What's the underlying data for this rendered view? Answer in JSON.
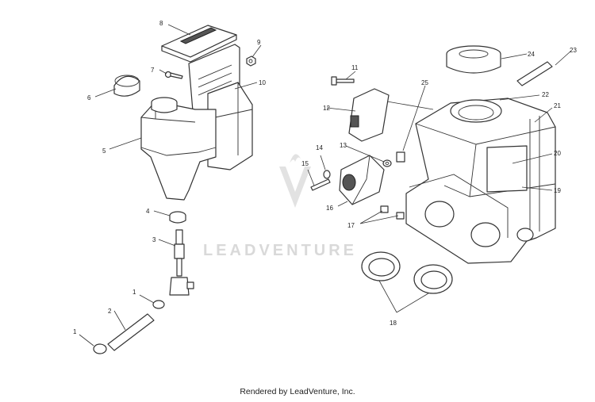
{
  "watermark": {
    "text": "LEADVENTURE"
  },
  "footer": {
    "text": "Rendered by LeadVenture, Inc."
  },
  "callouts": [
    {
      "id": "c8",
      "label": "8"
    },
    {
      "id": "c9",
      "label": "9"
    },
    {
      "id": "c7",
      "label": "7"
    },
    {
      "id": "c10",
      "label": "10"
    },
    {
      "id": "c6",
      "label": "6"
    },
    {
      "id": "c5",
      "label": "5"
    },
    {
      "id": "c4",
      "label": "4"
    },
    {
      "id": "c3",
      "label": "3"
    },
    {
      "id": "c1a",
      "label": "1"
    },
    {
      "id": "c2",
      "label": "2"
    },
    {
      "id": "c1b",
      "label": "1"
    },
    {
      "id": "c11",
      "label": "11"
    },
    {
      "id": "c12",
      "label": "12"
    },
    {
      "id": "c13",
      "label": "13"
    },
    {
      "id": "c14",
      "label": "14"
    },
    {
      "id": "c15",
      "label": "15"
    },
    {
      "id": "c16",
      "label": "16"
    },
    {
      "id": "c17",
      "label": "17"
    },
    {
      "id": "c18",
      "label": "18"
    },
    {
      "id": "c19",
      "label": "19"
    },
    {
      "id": "c20",
      "label": "20"
    },
    {
      "id": "c21",
      "label": "21"
    },
    {
      "id": "c22",
      "label": "22"
    },
    {
      "id": "c23",
      "label": "23"
    },
    {
      "id": "c24",
      "label": "24"
    },
    {
      "id": "c25",
      "label": "25"
    }
  ]
}
